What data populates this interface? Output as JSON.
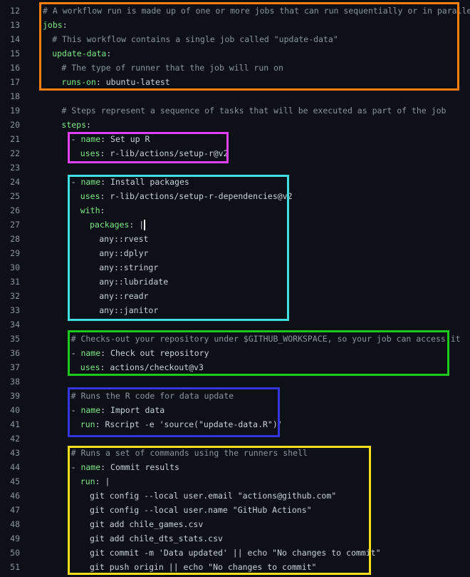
{
  "lines": [
    {
      "n": "12",
      "indent": 0,
      "comment": "# A workflow run is made up of one or more jobs that can run sequentially or in parallel"
    },
    {
      "n": "13",
      "indent": 0,
      "key": "jobs",
      "colon": ":"
    },
    {
      "n": "14",
      "indent": 2,
      "comment": "# This workflow contains a single job called \"update-data\""
    },
    {
      "n": "15",
      "indent": 2,
      "key": "update-data",
      "colon": ":"
    },
    {
      "n": "16",
      "indent": 4,
      "comment": "# The type of runner that the job will run on"
    },
    {
      "n": "17",
      "indent": 4,
      "key": "runs-on",
      "colon": ": ",
      "value": "ubuntu-latest"
    },
    {
      "n": "18",
      "indent": 0
    },
    {
      "n": "19",
      "indent": 4,
      "comment": "# Steps represent a sequence of tasks that will be executed as part of the job"
    },
    {
      "n": "20",
      "indent": 4,
      "key": "steps",
      "colon": ":"
    },
    {
      "n": "21",
      "indent": 6,
      "dash": "- ",
      "key": "name",
      "colon": ": ",
      "value": "Set up R"
    },
    {
      "n": "22",
      "indent": 8,
      "key": "uses",
      "colon": ": ",
      "value": "r-lib/actions/setup-r@v2"
    },
    {
      "n": "23",
      "indent": 0
    },
    {
      "n": "24",
      "indent": 6,
      "dash": "- ",
      "key": "name",
      "colon": ": ",
      "value": "Install packages"
    },
    {
      "n": "25",
      "indent": 8,
      "key": "uses",
      "colon": ": ",
      "value": "r-lib/actions/setup-r-dependencies@v2"
    },
    {
      "n": "26",
      "indent": 8,
      "key": "with",
      "colon": ":"
    },
    {
      "n": "27",
      "indent": 10,
      "key": "packages",
      "colon": ": ",
      "value": "|",
      "cursor": true
    },
    {
      "n": "28",
      "indent": 12,
      "value": "any::rvest"
    },
    {
      "n": "29",
      "indent": 12,
      "value": "any::dplyr"
    },
    {
      "n": "30",
      "indent": 12,
      "value": "any::stringr"
    },
    {
      "n": "31",
      "indent": 12,
      "value": "any::lubridate"
    },
    {
      "n": "32",
      "indent": 12,
      "value": "any::readr"
    },
    {
      "n": "33",
      "indent": 12,
      "value": "any::janitor"
    },
    {
      "n": "34",
      "indent": 0
    },
    {
      "n": "35",
      "indent": 6,
      "comment": "# Checks-out your repository under $GITHUB_WORKSPACE, so your job can access it"
    },
    {
      "n": "36",
      "indent": 6,
      "dash": "- ",
      "key": "name",
      "colon": ": ",
      "value": "Check out repository"
    },
    {
      "n": "37",
      "indent": 8,
      "key": "uses",
      "colon": ": ",
      "value": "actions/checkout@v3"
    },
    {
      "n": "38",
      "indent": 0
    },
    {
      "n": "39",
      "indent": 6,
      "comment": "# Runs the R code for data update"
    },
    {
      "n": "40",
      "indent": 6,
      "dash": "- ",
      "key": "name",
      "colon": ": ",
      "value": "Import data"
    },
    {
      "n": "41",
      "indent": 8,
      "key": "run",
      "colon": ": ",
      "value": "Rscript -e 'source(\"update-data.R\")'"
    },
    {
      "n": "42",
      "indent": 0
    },
    {
      "n": "43",
      "indent": 6,
      "comment": "# Runs a set of commands using the runners shell"
    },
    {
      "n": "44",
      "indent": 6,
      "dash": "- ",
      "key": "name",
      "colon": ": ",
      "value": "Commit results"
    },
    {
      "n": "45",
      "indent": 8,
      "key": "run",
      "colon": ": ",
      "value": "|"
    },
    {
      "n": "46",
      "indent": 10,
      "value": "git config --local user.email \"actions@github.com\""
    },
    {
      "n": "47",
      "indent": 10,
      "value": "git config --local user.name \"GitHub Actions\""
    },
    {
      "n": "48",
      "indent": 10,
      "value": "git add chile_games.csv"
    },
    {
      "n": "49",
      "indent": 10,
      "value": "git add chile_dts_stats.csv"
    },
    {
      "n": "50",
      "indent": 10,
      "value": "git commit -m 'Data updated' || echo \"No changes to commit\""
    },
    {
      "n": "51",
      "indent": 10,
      "value": "git push origin || echo \"No changes to commit\""
    }
  ],
  "highlights": [
    {
      "name": "jobs-block-highlight",
      "color": "#ff7f0e"
    },
    {
      "name": "setup-r-step-highlight",
      "color": "#e040fb"
    },
    {
      "name": "install-packages-step-highlight",
      "color": "#40e0e0"
    },
    {
      "name": "checkout-step-highlight",
      "color": "#1ec91e"
    },
    {
      "name": "import-data-step-highlight",
      "color": "#3535e0"
    },
    {
      "name": "commit-results-step-highlight",
      "color": "#ffe019"
    }
  ]
}
